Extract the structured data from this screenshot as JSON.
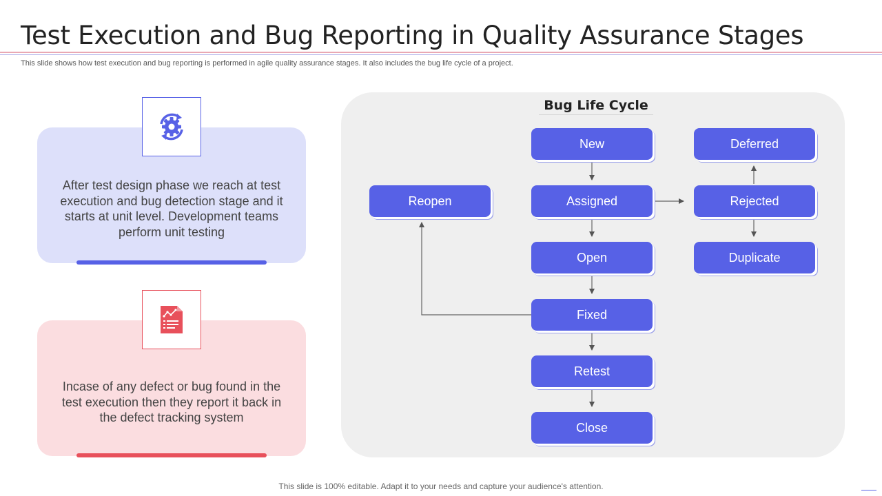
{
  "header": {
    "title": "Test Execution and Bug Reporting in Quality Assurance Stages",
    "subtitle": "This slide shows how test execution and bug reporting is performed in agile quality assurance stages. It also includes the bug life cycle of a project."
  },
  "cards": [
    {
      "text": "After test design phase we reach at test execution and bug detection stage and it starts at unit level. Development teams perform unit testing",
      "icon": "gear-cycle-icon",
      "color": "#5761e6"
    },
    {
      "text": "Incase of any defect or bug found in the test execution then they report it back in the defect tracking system",
      "icon": "report-document-icon",
      "color": "#e8505b"
    }
  ],
  "diagram": {
    "title": "Bug Life Cycle",
    "nodes": {
      "new": "New",
      "assigned": "Assigned",
      "open": "Open",
      "fixed": "Fixed",
      "retest": "Retest",
      "close": "Close",
      "reopen": "Reopen",
      "deferred": "Deferred",
      "rejected": "Rejected",
      "duplicate": "Duplicate"
    },
    "node_color": "#5761e6"
  },
  "footer": {
    "text": "This slide is 100% editable. Adapt it to your needs and capture your audience's attention."
  }
}
